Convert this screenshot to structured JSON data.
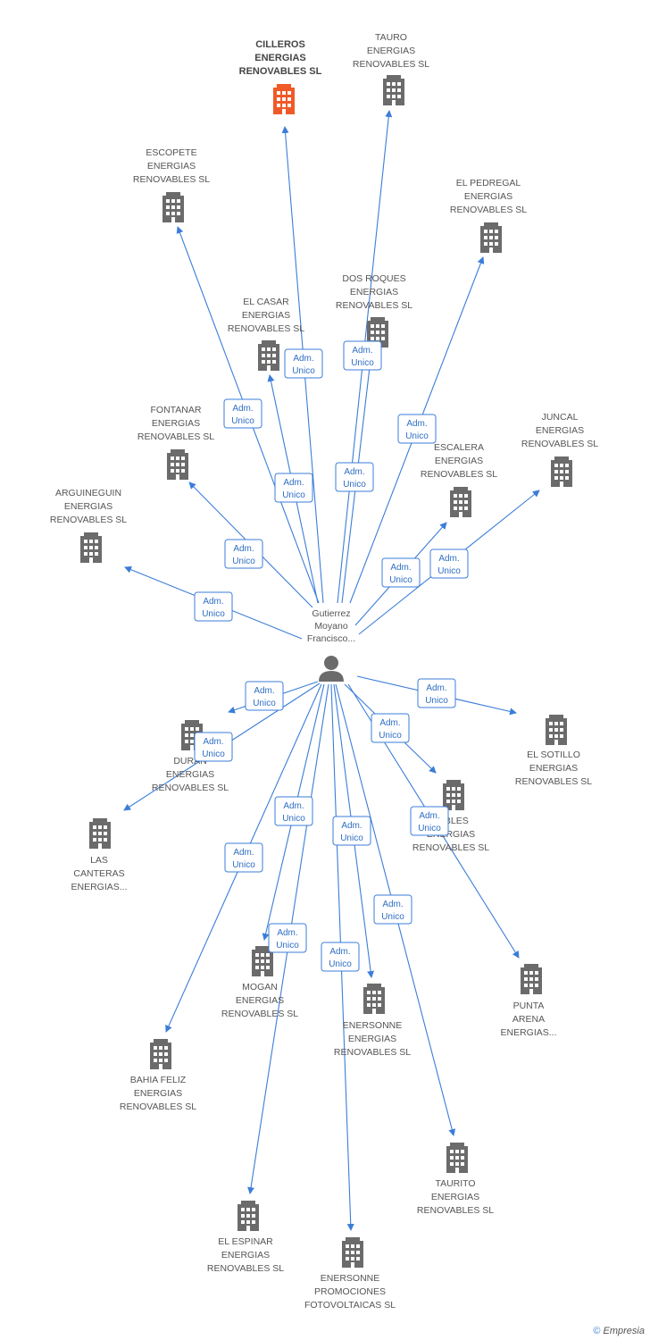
{
  "center": {
    "name_lines": [
      "Gutierrez",
      "Moyano",
      "Francisco..."
    ]
  },
  "edge_label": [
    "Adm.",
    "Unico"
  ],
  "colors": {
    "edge": "#3b7dd8",
    "building": "#6b6b6b",
    "highlight": "#f05a28"
  },
  "nodes": [
    {
      "id": "cilleros",
      "lines": [
        "CILLEROS",
        "ENERGIAS",
        "RENOVABLES SL"
      ],
      "highlight": true
    },
    {
      "id": "tauro",
      "lines": [
        "TAURO",
        "ENERGIAS",
        "RENOVABLES SL"
      ]
    },
    {
      "id": "escopete",
      "lines": [
        "ESCOPETE",
        "ENERGIAS",
        "RENOVABLES SL"
      ]
    },
    {
      "id": "elpedregal",
      "lines": [
        "EL PEDREGAL",
        "ENERGIAS",
        "RENOVABLES SL"
      ]
    },
    {
      "id": "dosroques",
      "lines": [
        "DOS ROQUES",
        "ENERGIAS",
        "RENOVABLES SL"
      ]
    },
    {
      "id": "elcasar",
      "lines": [
        "EL CASAR",
        "ENERGIAS",
        "RENOVABLES SL"
      ]
    },
    {
      "id": "fontanar",
      "lines": [
        "FONTANAR",
        "ENERGIAS",
        "RENOVABLES SL"
      ]
    },
    {
      "id": "juncal",
      "lines": [
        "JUNCAL",
        "ENERGIAS",
        "RENOVABLES SL"
      ]
    },
    {
      "id": "escalera",
      "lines": [
        "ESCALERA",
        "ENERGIAS",
        "RENOVABLES SL"
      ]
    },
    {
      "id": "arguineguin",
      "lines": [
        "ARGUINEGUIN",
        "ENERGIAS",
        "RENOVABLES SL"
      ]
    },
    {
      "id": "elsotillo",
      "lines": [
        "EL SOTILLO",
        "ENERGIAS",
        "RENOVABLES SL"
      ]
    },
    {
      "id": "duran",
      "lines": [
        "DURAN",
        "ENERGIAS",
        "RENOVABLES SL"
      ]
    },
    {
      "id": "lascanteras",
      "lines": [
        "LAS",
        "CANTERAS",
        "ENERGIAS..."
      ]
    },
    {
      "id": "tables",
      "lines": [
        "TABLES",
        "ENERGIAS",
        "RENOVABLES SL"
      ]
    },
    {
      "id": "puntaarena",
      "lines": [
        "PUNTA",
        "ARENA",
        "ENERGIAS..."
      ]
    },
    {
      "id": "mogan",
      "lines": [
        "MOGAN",
        "ENERGIAS",
        "RENOVABLES SL"
      ]
    },
    {
      "id": "enersonne",
      "lines": [
        "ENERSONNE",
        "ENERGIAS",
        "RENOVABLES SL"
      ]
    },
    {
      "id": "bahiafeliz",
      "lines": [
        "BAHIA FELIZ",
        "ENERGIAS",
        "RENOVABLES SL"
      ]
    },
    {
      "id": "taurito",
      "lines": [
        "TAURITO",
        "ENERGIAS",
        "RENOVABLES SL"
      ]
    },
    {
      "id": "elespinar",
      "lines": [
        "EL ESPINAR",
        "ENERGIAS",
        "RENOVABLES SL"
      ]
    },
    {
      "id": "enersonnepromo",
      "lines": [
        "ENERSONNE",
        "PROMOCIONES",
        "FOTOVOLTAICAS SL"
      ]
    }
  ],
  "footer": {
    "copyright": "©",
    "brand": "Empresia"
  }
}
